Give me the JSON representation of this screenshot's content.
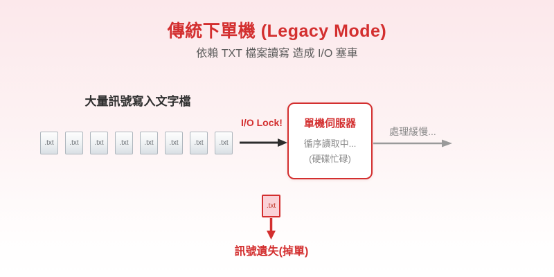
{
  "header": {
    "title": "傳統下單機 (Legacy Mode)",
    "subtitle": "依賴 TXT 檔案讀寫 造成 I/O 塞車"
  },
  "left_group": {
    "label": "大量訊號寫入文字檔",
    "files": [
      ".txt",
      ".txt",
      ".txt",
      ".txt",
      ".txt",
      ".txt",
      ".txt",
      ".txt"
    ]
  },
  "io_arrow": {
    "label": "I/O Lock!"
  },
  "server_box": {
    "title": "單機伺服器",
    "line1": "循序讀取中...",
    "line2": "(硬碟忙碌)"
  },
  "output_arrow": {
    "label": "處理緩慢..."
  },
  "lost_file": {
    "label": ".txt"
  },
  "lost_text": "訊號遺失(掉單)",
  "colors": {
    "accent_red": "#d32f2f",
    "text_dark": "#2f2f2f",
    "text_gray": "#8a8a8a",
    "bg_top": "#fce8eb",
    "bg_bottom": "#ffffff",
    "file_border": "#aeb6bd",
    "lost_file_bg": "#fad2d7"
  }
}
